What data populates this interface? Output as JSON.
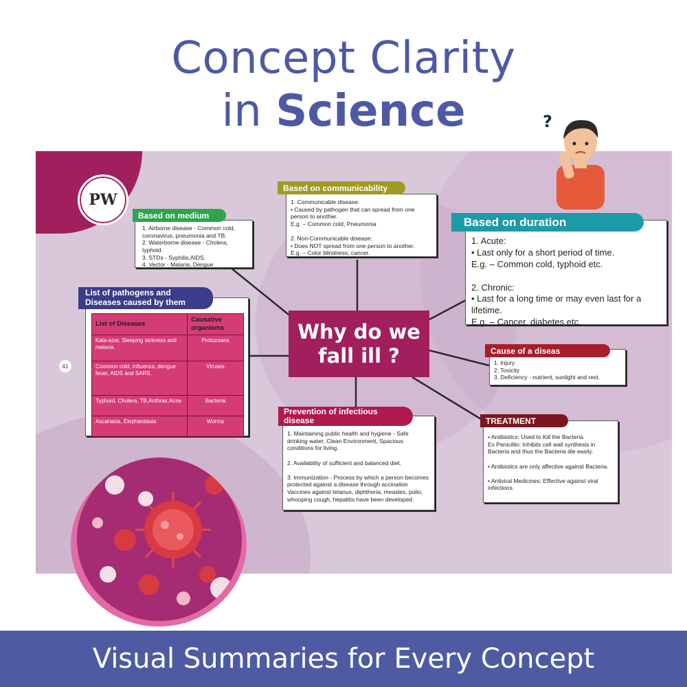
{
  "header": {
    "title_line1": "Concept Clarity",
    "title_line2_prefix": "in ",
    "title_line2_bold": "Science"
  },
  "panel": {
    "logo_text": "PW",
    "page_number": "41",
    "center_title": "Why do we fall ill ?"
  },
  "medium": {
    "label": "Based on medium",
    "lines": [
      "1. Airborne disease - Common cold, coronavirus, pneumonia and TB.",
      "2. Waterborne disease - Cholera, typhoid.",
      "3. STDs - Syphilis,AIDS.",
      "4. Vector - Malaria, Dengue"
    ]
  },
  "communicability": {
    "label": "Based on communicability",
    "lines": [
      "1. Communicable disease:",
      "• Caused by pathogen that can spread from one person to another.",
      "E.g. – Common cold, Pneumonia",
      "",
      "2. Non-Communicable disease:",
      "• Does NOT spread from one person to another.",
      "E.g. – Color blindness, cancer."
    ]
  },
  "duration": {
    "label": "Based on duration",
    "lines": [
      "1. Acute:",
      "• Last only for a short period of time.",
      "E.g. – Common cold, typhoid etc.",
      "",
      "2. Chronic:",
      "• Last for a long time or may even last for a lifetime.",
      "E.g. – Cancer, diabetes etc."
    ]
  },
  "pathogens": {
    "label": "List of pathogens and Diseases caused by them",
    "headers": [
      "List of Diseases",
      "Causative organisms"
    ],
    "rows": [
      [
        "Kala-azar, Sleeping sickness and malaria.",
        "Protozoans"
      ],
      [
        "Common cold, influenza, dengue fever, AIDS and SARS.",
        "Viruses"
      ],
      [
        "Typhoid, Cholera, TB,Anthrax,Acne",
        "Bacteria"
      ],
      [
        "Ascariasis, Elephantiasis",
        "Worms"
      ]
    ]
  },
  "cause": {
    "label": "Cause of a diseas",
    "lines": [
      "1. Injury",
      "2. Toxicity",
      "3. Deficiency - nutrient, sunlight and rest."
    ]
  },
  "prevention": {
    "label": "Prevention of infectious disease",
    "lines": [
      "1. Maintaining public health and hygiene - Safe drinking water, Clean Environment, Spacious conditions for living.",
      "",
      "2. Availability of sufficient and balanced diet.",
      "",
      "3. Immunization - Process by which a person becomes protected against a disease through accination Vaccines against tetanus, diphtheria, measles, polio, whooping cough, hepatitis have been developed."
    ]
  },
  "treatment": {
    "label": "TREATMENT",
    "lines": [
      "• Antibiotics: Used to Kill the Bacteria",
      "Ex Penicillin: Inhibits cell wall synthesis in Bacteria and thus the Bacteria die easily.",
      "",
      "• Antibiotics are only affective against Bacteria.",
      "",
      "• Antiviral Medicines: Effective against viral infections."
    ]
  },
  "character": {
    "question_mark": "?"
  },
  "footer": {
    "text": "Visual Summaries for Every Concept"
  },
  "colors": {
    "title": "#4d5aa3",
    "panel_bg": "#d9c7da",
    "magenta": "#a01f5c",
    "footer_bg": "#4e5aa2"
  },
  "icons": [
    "pw-logo-icon",
    "virus-icon",
    "thinking-boy-icon"
  ]
}
